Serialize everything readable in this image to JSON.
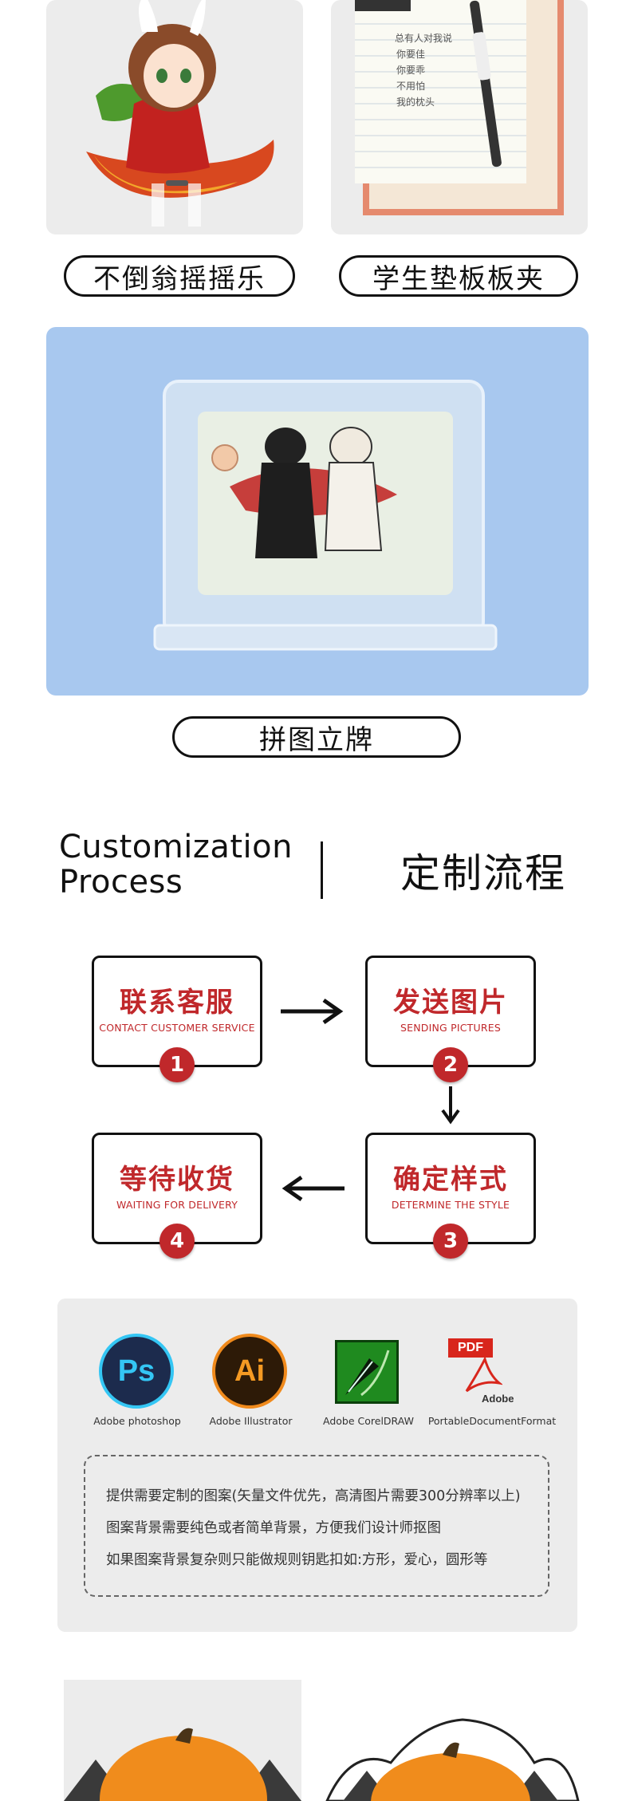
{
  "products": {
    "tumbler_label": "不倒翁摇摇乐",
    "clipboard_label": "学生垫板板夹",
    "puzzle_label": "拼图立牌"
  },
  "clipboard_note": [
    "总有人对我说",
    "你要佳",
    "你要乖",
    "不用怕",
    "我的枕头"
  ],
  "process": {
    "title_en_line1": "Customization",
    "title_en_line2": "Process",
    "title_cn": "定制流程",
    "steps": [
      {
        "cn": "联系客服",
        "en": "CONTACT CUSTOMER SERVICE",
        "num": "1"
      },
      {
        "cn": "发送图片",
        "en": "SENDING PICTURES",
        "num": "2"
      },
      {
        "cn": "确定样式",
        "en": "DETERMINE THE STYLE",
        "num": "3"
      },
      {
        "cn": "等待收货",
        "en": "WAITING FOR DELIVERY",
        "num": "4"
      }
    ],
    "accent_color": "#c0282b"
  },
  "software": {
    "items": [
      {
        "icon": "photoshop-icon",
        "glyph": "Ps",
        "label": "Adobe photoshop"
      },
      {
        "icon": "illustrator-icon",
        "glyph": "Ai",
        "label": "Adobe  Illustrator"
      },
      {
        "icon": "coreldraw-icon",
        "glyph": "",
        "label": "Adobe  CorelDRAW"
      },
      {
        "icon": "pdf-icon",
        "glyph": "PDF",
        "sublabel": "Adobe",
        "label": "PortableDocumentFormat"
      }
    ],
    "notes": [
      "提供需要定制的图案(矢量文件优先，高清图片需要300分辨率以上)",
      "图案背景需要纯色或者简单背景，方便我们设计师抠图",
      "如果图案背景复杂则只能做规则钥匙扣如:方形，爱心，圆形等"
    ]
  }
}
